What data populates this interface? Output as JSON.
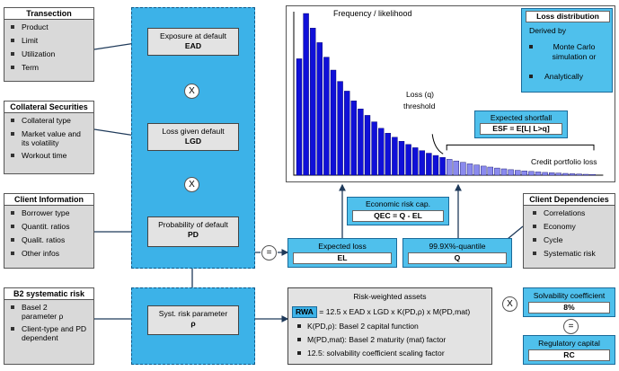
{
  "transaction": {
    "title": "Transection",
    "items": [
      "Product",
      "Limit",
      "Utilization",
      "Term"
    ]
  },
  "collateral": {
    "title": "Collateral Securities",
    "items": [
      "Collateral type",
      "Market value and its volatility",
      "Workout time"
    ]
  },
  "client_info": {
    "title": "Client Information",
    "items": [
      "Borrower type",
      "Quantit. ratios",
      "Qualit. ratios",
      "Other infos"
    ]
  },
  "b2_risk": {
    "title": "B2 systematic risk",
    "items": [
      "Basel 2 parameter ρ",
      "Client-type and PD dependent"
    ]
  },
  "ead": {
    "label": "Exposure at default",
    "symbol": "EAD"
  },
  "lgd": {
    "label": "Loss given default",
    "symbol": "LGD"
  },
  "pd": {
    "label": "Probability of default",
    "symbol": "PD"
  },
  "rho": {
    "label": "Syst. risk parameter",
    "symbol": "ρ"
  },
  "ops": {
    "times": "X",
    "equals": "="
  },
  "chart": {
    "freq_label": "Frequency / likelihood",
    "loss_q_label": "Loss (q)",
    "threshold_label": "threshold",
    "credit_loss_label": "Credit portfolio loss"
  },
  "loss_distribution": {
    "title": "Loss distribution",
    "derived": "Derived by",
    "items": [
      "Monte Carlo simulation or",
      "Analytically"
    ]
  },
  "expected_shortfall": {
    "label": "Expected shortfall",
    "formula": "ESF = E[L| L>q]"
  },
  "economic_cap": {
    "label": "Economic risk cap.",
    "formula": "QEC = Q - EL"
  },
  "expected_loss": {
    "label": "Expected loss",
    "symbol": "EL"
  },
  "quantile": {
    "label": "99.9X%-quantile",
    "symbol": "Q"
  },
  "client_dep": {
    "title": "Client Dependencies",
    "items": [
      "Correlations",
      "Economy",
      "Cycle",
      "Systematic risk"
    ]
  },
  "rwa": {
    "title": "Risk-weighted assets",
    "badge": "RWA",
    "formula": "= 12.5 x EAD x LGD x K(PD,ρ) x M(PD,mat)",
    "items": [
      "K(PD,ρ): Basel 2 capital function",
      "M(PD,mat): Basel 2 maturity (mat) factor",
      "12.5: solvability coefficient scaling factor"
    ]
  },
  "solvability": {
    "label": "Solvability coefficient",
    "value": "8%"
  },
  "regulatory": {
    "label": "Regulatory capital",
    "symbol": "RC"
  },
  "chart_data": {
    "type": "bar",
    "values": [
      72,
      100,
      91,
      82,
      73,
      65,
      58,
      52,
      46,
      41,
      37,
      33,
      29,
      26,
      23.5,
      21,
      19,
      17,
      15.2,
      13.6,
      12.2,
      11,
      9.8,
      8.8,
      7.9,
      7,
      6.3,
      5.6,
      5,
      4.4,
      3.9,
      3.4,
      3,
      2.6,
      2.3,
      2,
      1.7,
      1.5,
      1.3,
      1.1,
      0.9,
      0.7,
      0.55,
      0.4
    ],
    "x_threshold_index": 22,
    "colors": {
      "bar": "#1010d8",
      "bar_light": "#8a8aee"
    },
    "grid": false
  }
}
